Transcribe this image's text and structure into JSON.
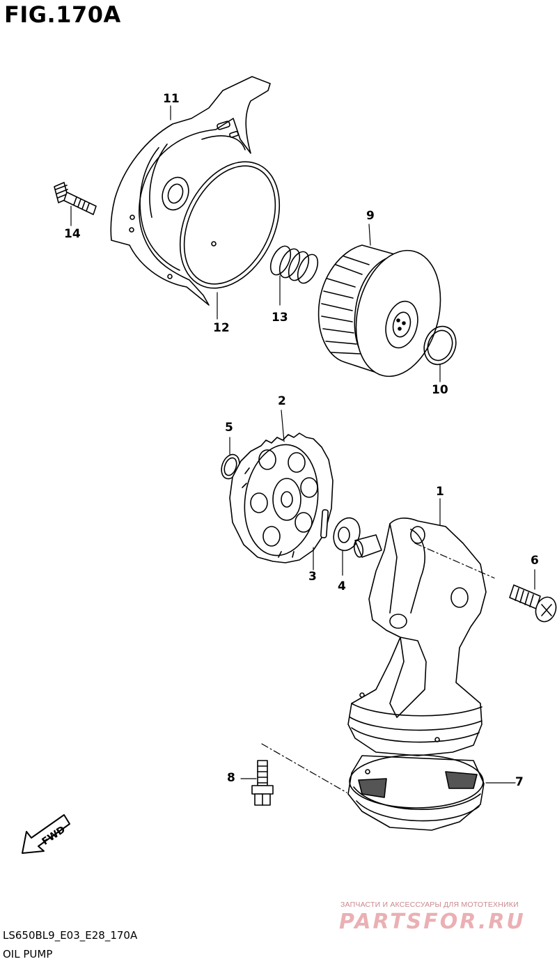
{
  "figure": {
    "title": "FIG.170A",
    "code": "LS650BL9_E03_E28_170A",
    "name": "OIL PUMP"
  },
  "fwd_label": "FWD",
  "callouts": {
    "c1": "1",
    "c2": "2",
    "c3": "3",
    "c4": "4",
    "c5": "5",
    "c6": "6",
    "c7": "7",
    "c8": "8",
    "c9": "9",
    "c10": "10",
    "c11": "11",
    "c12": "12",
    "c13": "13",
    "c14": "14"
  },
  "watermark": {
    "tagline": "ЗАПЧАСТИ И АКСЕССУАРЫ ДЛЯ МОТОТЕХНИКИ",
    "logo": "PARTSFOR.RU"
  }
}
